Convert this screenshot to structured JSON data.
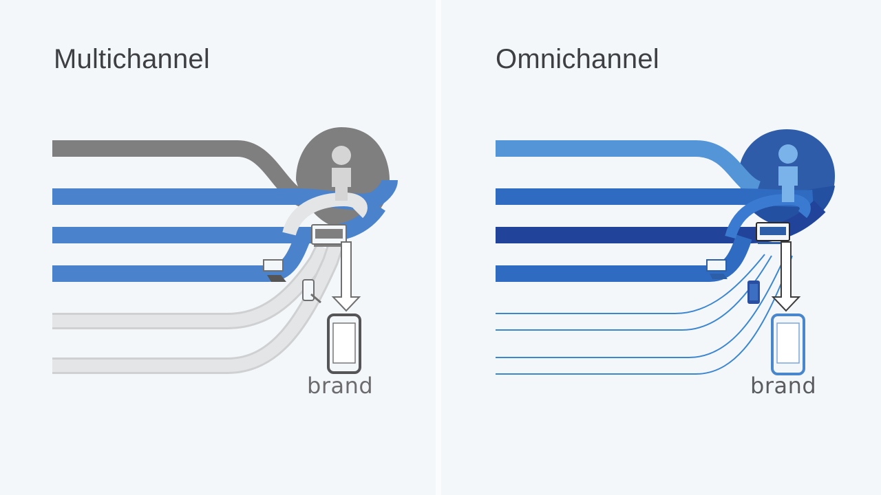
{
  "panels": [
    {
      "title": "Multichannel",
      "brand_label": "brand",
      "icons": [
        "person-icon",
        "laptop-icon",
        "monitor-icon",
        "tablet-icon",
        "smartphone-icon",
        "down-arrow-icon"
      ]
    },
    {
      "title": "Omnichannel",
      "brand_label": "brand",
      "icons": [
        "person-icon",
        "laptop-icon",
        "monitor-icon",
        "tablet-icon",
        "smartphone-icon",
        "down-arrow-icon"
      ]
    }
  ],
  "colors": {
    "background": "#f4f7fa",
    "multichannel_gray": "#7f7f80",
    "multichannel_blue": "#4a82cc",
    "multichannel_light_gray": "#d8d9da",
    "omnichannel_light_blue": "#5495d8",
    "omnichannel_blue": "#2e6bc1",
    "omnichannel_dark_blue": "#21449a",
    "title_text": "#3d3f42",
    "brand_text_left": "#6c6c6e",
    "brand_text_right": "#5b5c5f"
  }
}
